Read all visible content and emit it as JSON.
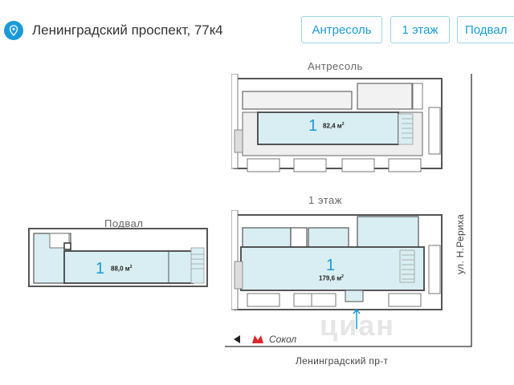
{
  "header": {
    "address": "Ленинградский проспект, 77к4",
    "floor_buttons": [
      "Антресоль",
      "1 этаж",
      "Подвал"
    ]
  },
  "plans": {
    "mezzanine": {
      "label": "Антресоль",
      "unit": "1",
      "area": "82,4 м",
      "area_unit_sup": "2"
    },
    "ground": {
      "label": "1 этаж",
      "unit": "1",
      "area": "179,6 м",
      "area_unit_sup": "2"
    },
    "basement": {
      "label": "Подвал",
      "unit": "1",
      "area": "88,0 м",
      "area_unit_sup": "2"
    }
  },
  "streets": {
    "bottom": "Ленинградский пр-т",
    "right": "ул. Н.Рериха"
  },
  "metro": {
    "station": "Сокол"
  },
  "watermark": "циан",
  "colors": {
    "accent": "#1a9bd7",
    "room_fill": "#d9eef2",
    "metro_red": "#e0262b",
    "wall": "#555555"
  },
  "icons": {
    "location": "map-pin-icon",
    "metro": "metro-m-icon",
    "direction": "arrow-left-icon",
    "entrance": "arrow-up-icon"
  }
}
